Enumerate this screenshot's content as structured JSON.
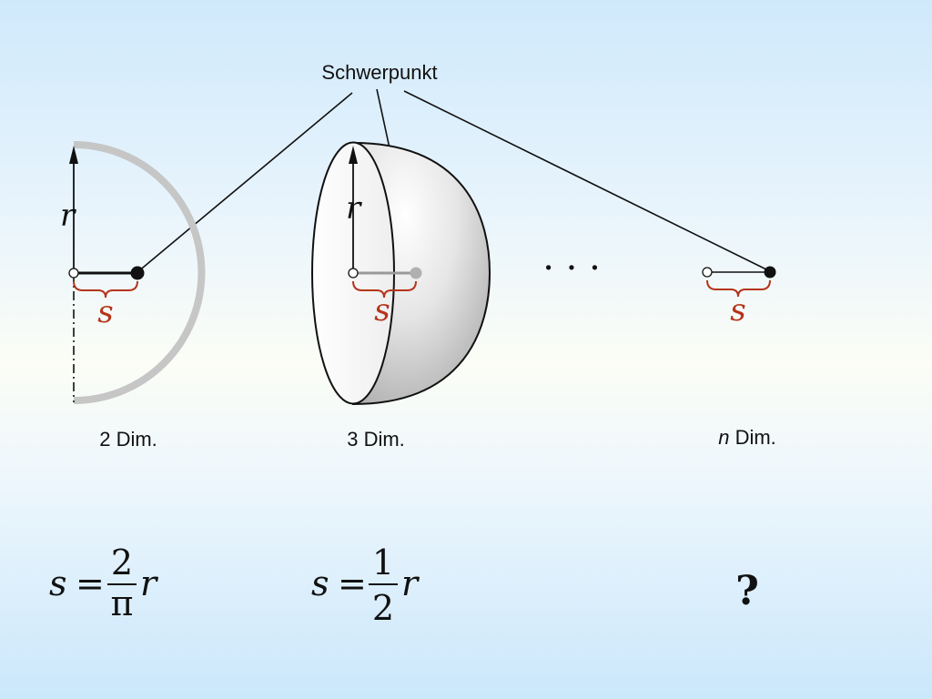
{
  "label_schwerpunkt": "Schwerpunkt",
  "symbol_r": "r",
  "symbol_s": "s",
  "dim_2": "2 Dim.",
  "dim_3": "3 Dim.",
  "dim_n_var": "n",
  "dim_n_suffix": " Dim.",
  "ellipsis": "· · ·",
  "formula_2d": {
    "lhs": "s",
    "eq": "=",
    "num": "2",
    "den": "π",
    "rhs": "r"
  },
  "formula_3d": {
    "lhs": "s",
    "eq": "=",
    "num": "1",
    "den": "2",
    "rhs": "r"
  },
  "formula_nd": "?",
  "colors": {
    "accent": "#b5341a",
    "ring": "#c6c6c6",
    "line": "#111111"
  }
}
